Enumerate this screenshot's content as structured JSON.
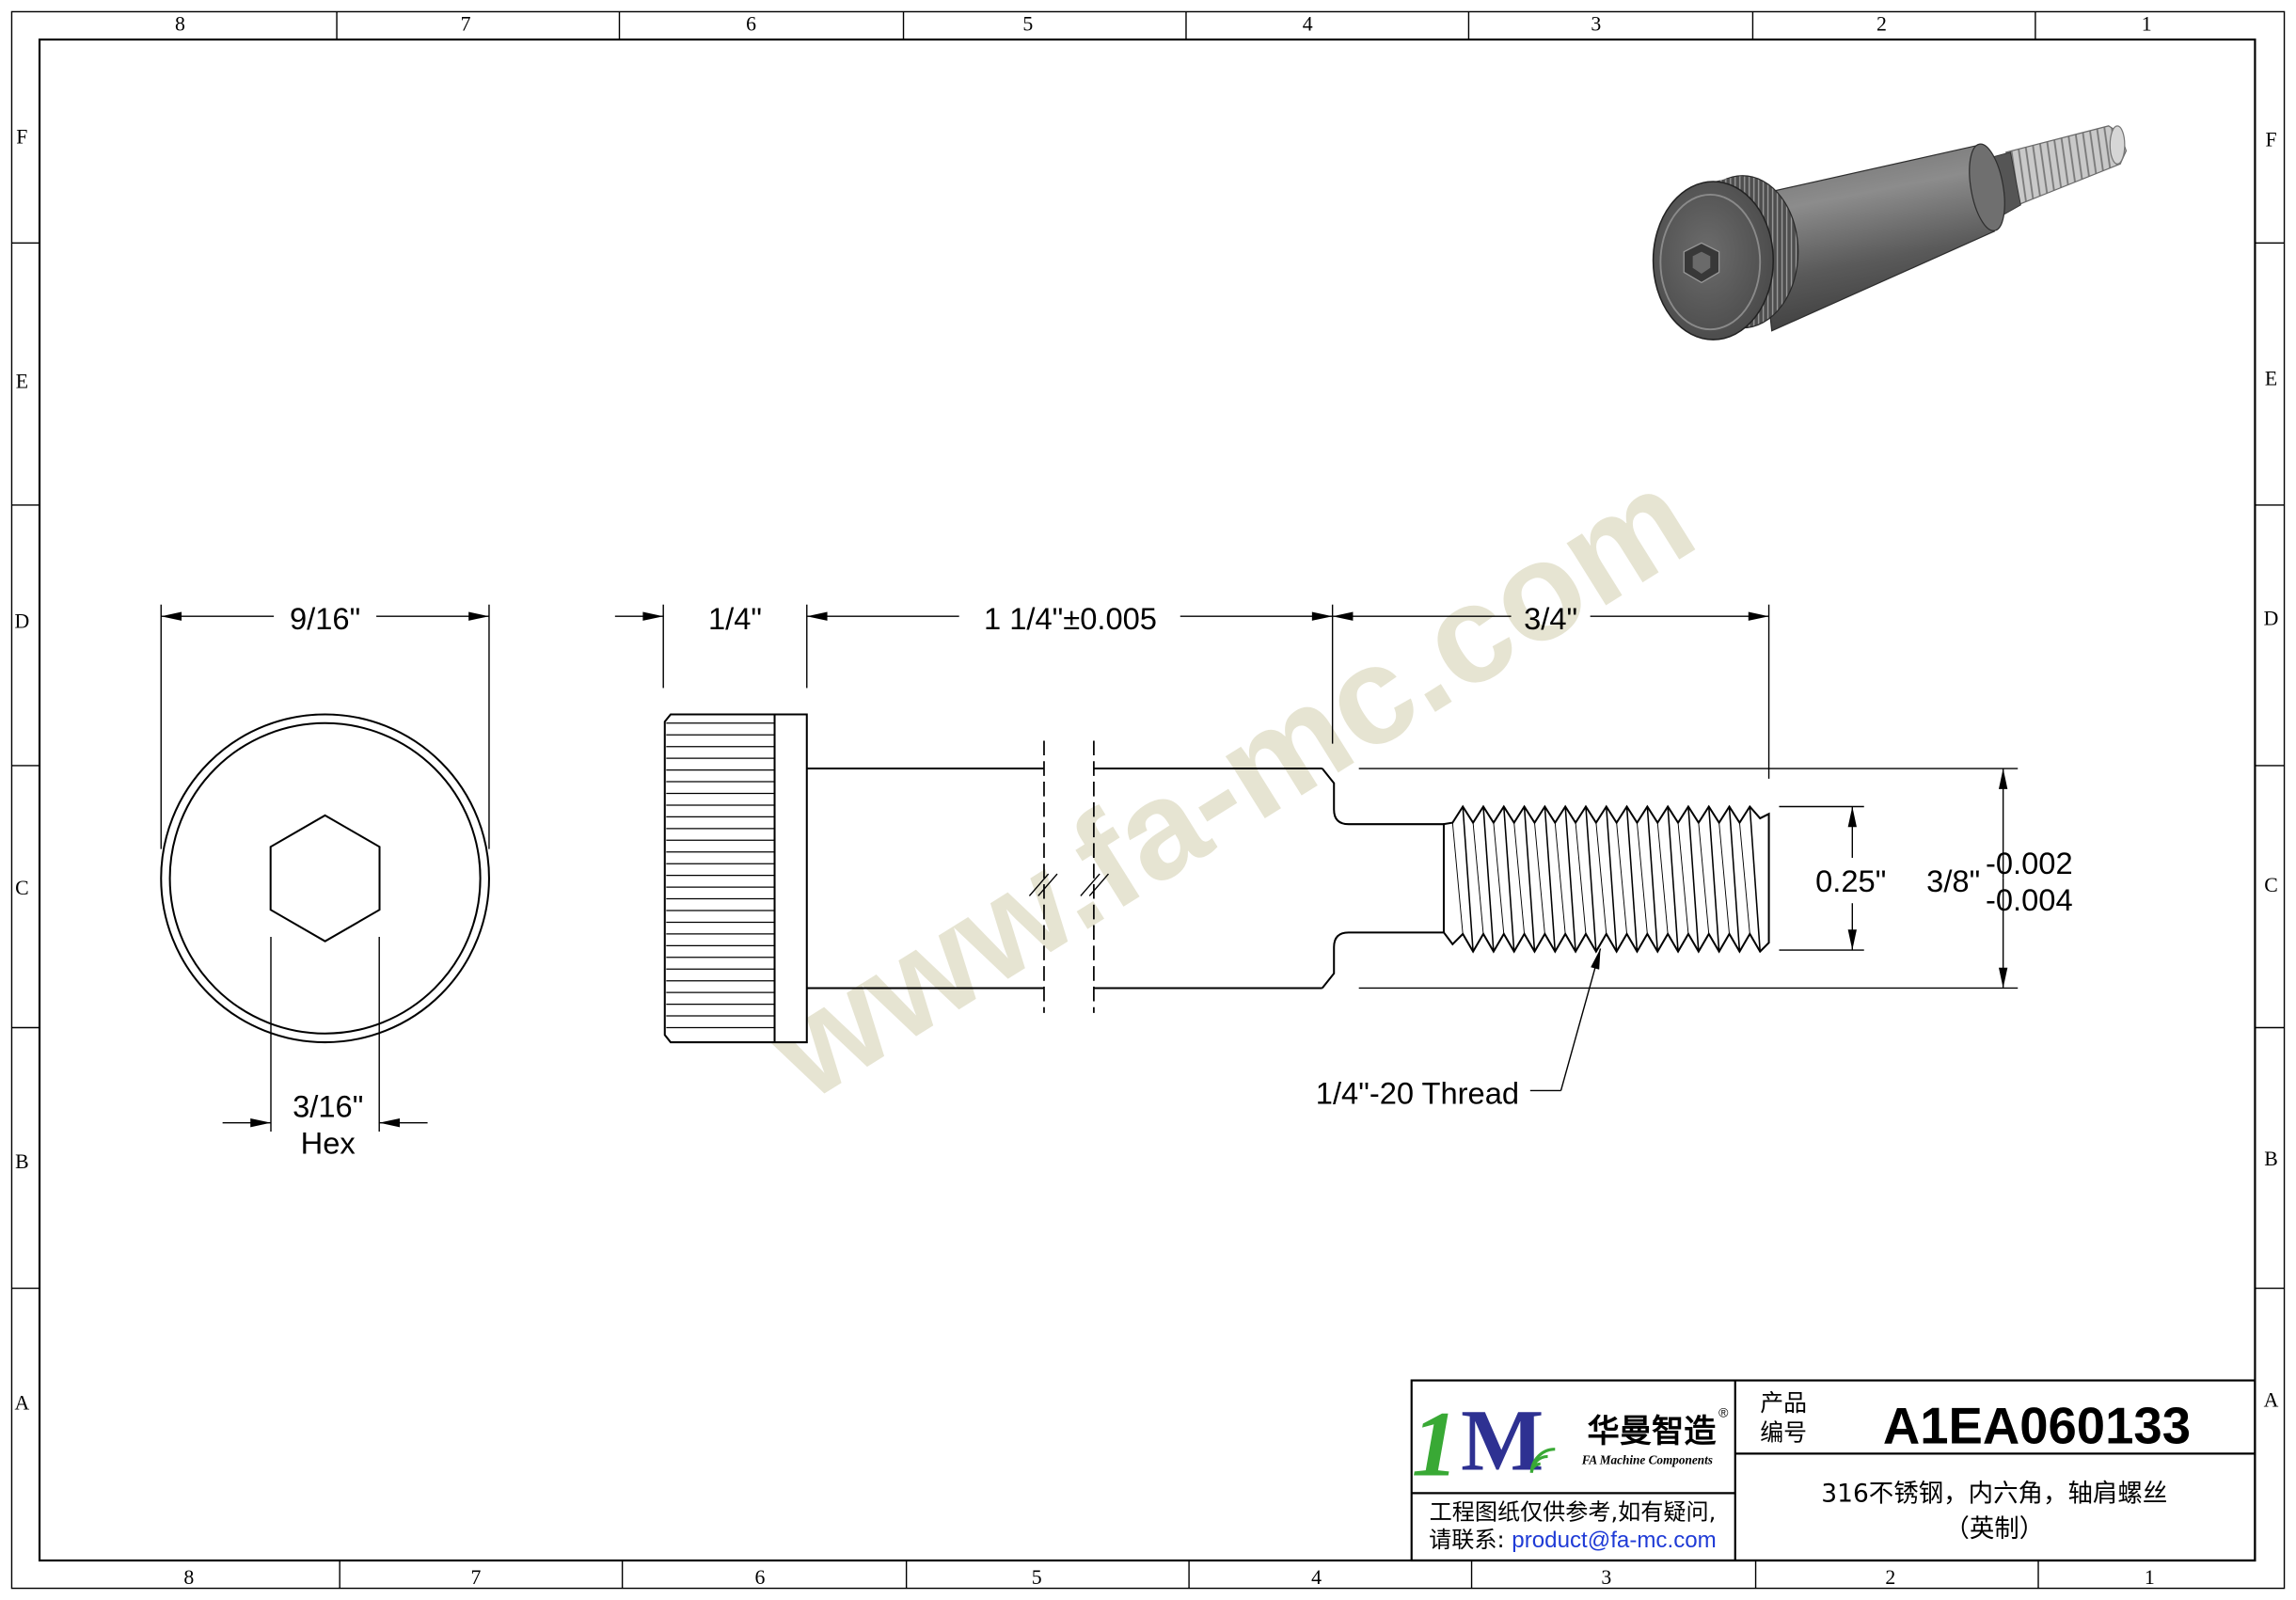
{
  "frame": {
    "columns_top": [
      "8",
      "7",
      "6",
      "5",
      "4",
      "3",
      "2",
      "1"
    ],
    "columns_bottom": [
      "8",
      "7",
      "6",
      "5",
      "4",
      "3",
      "2",
      "1"
    ],
    "rows_left": [
      "F",
      "E",
      "D",
      "C",
      "B",
      "A"
    ],
    "rows_right": [
      "F",
      "E",
      "D",
      "C",
      "B",
      "A"
    ]
  },
  "watermark": "www.fa-mc.com",
  "end_view": {
    "head_diameter": "9/16\"",
    "hex_size": "3/16\"",
    "hex_label": "Hex"
  },
  "side_view": {
    "head_length": "1/4\"",
    "shoulder_length": "1 1/4\"±0.005",
    "thread_length": "3/4\"",
    "thread_diameter": "0.25\"",
    "shoulder_diameter": "3/8\"",
    "shoulder_tol_upper": "-0.002",
    "shoulder_tol_lower": "-0.004",
    "thread_callout": "1/4\"-20 Thread"
  },
  "title_block": {
    "logo_digit": "1",
    "logo_letter": "M",
    "brand_cn": "华曼智造",
    "registered_mark": "®",
    "brand_en": "FA Machine Components",
    "part_no_label_line1": "产品",
    "part_no_label_line2": "编号",
    "part_number": "A1EA060133",
    "description_line1": "316不锈钢，内六角，轴肩螺丝",
    "description_line2": "（英制）",
    "note_line1": "工程图纸仅供参考,如有疑问,",
    "note_prefix": "请联系: ",
    "email": "product@fa-mc.com"
  },
  "colors": {
    "line": "#000000",
    "watermark": "#e2e0cb",
    "logo_green": "#39a935",
    "logo_blue": "#2e3192",
    "email": "#1f3bd6",
    "bolt_dark": "#555555",
    "bolt_light": "#b8b8b8"
  }
}
